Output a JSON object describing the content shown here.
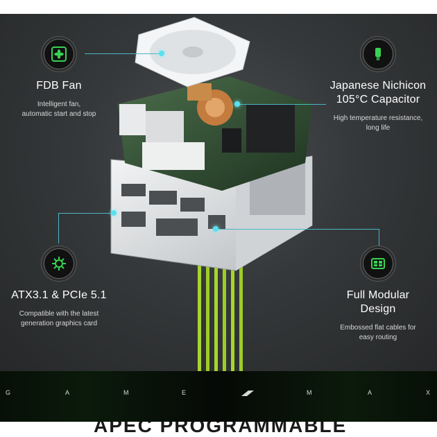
{
  "features": [
    {
      "icon": "fan-icon",
      "title_lines": [
        "FDB Fan"
      ],
      "desc_lines": [
        "Intelligent fan,",
        "automatic start and stop"
      ]
    },
    {
      "icon": "capacitor-icon",
      "title_lines": [
        "Japanese Nichicon",
        "105°C Capacitor"
      ],
      "desc_lines": [
        "High temperature resistance,",
        "long life"
      ]
    },
    {
      "icon": "gear-icon",
      "title_lines": [
        "ATX3.1 & PCIe 5.1"
      ],
      "desc_lines": [
        "Compatible with the latest",
        "generation graphics card"
      ]
    },
    {
      "icon": "modular-icon",
      "title_lines": [
        "Full Modular",
        "Design"
      ],
      "desc_lines": [
        "Embossed flat cables for",
        "easy routing"
      ]
    }
  ],
  "brand_letters": [
    "G",
    "A",
    "M",
    "E",
    "M",
    "A",
    "X"
  ],
  "bottom_heading": "APEC PROGRAMMABLE",
  "colors": {
    "accent": "#49b7c8",
    "icon_green": "#39d353",
    "cable_green": "#a7d62c"
  }
}
